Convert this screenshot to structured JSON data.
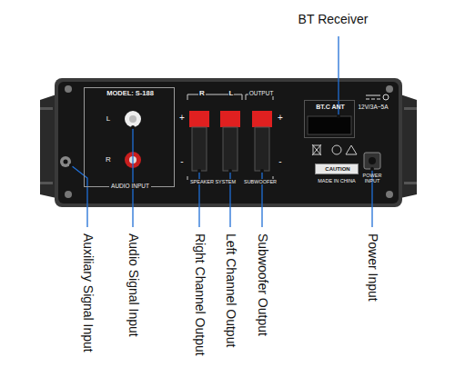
{
  "diagram": {
    "nodes": [
      {
        "text": [
          "MODEL: S-188",
          "L",
          "R",
          "AUDIO INPUT"
        ]
      },
      {
        "text": [
          "BT.C ANT"
        ]
      },
      {
        "text": [
          "CAUTION"
        ]
      }
    ],
    "labels": [
      "BT Receiver",
      "R",
      "L",
      "OUTPUT",
      "+",
      "+",
      "-",
      "-",
      "SPEAKER SYSTEM",
      "SUBWOOFER",
      "12V/3A~5A",
      "MADE IN CHINA",
      "POWER INPUT",
      "Auxiliary Signal Input",
      "Audio Signal Input",
      "Right Channel Output",
      "Left Channel Output",
      "Subwoofer Output",
      "Power Input"
    ]
  }
}
